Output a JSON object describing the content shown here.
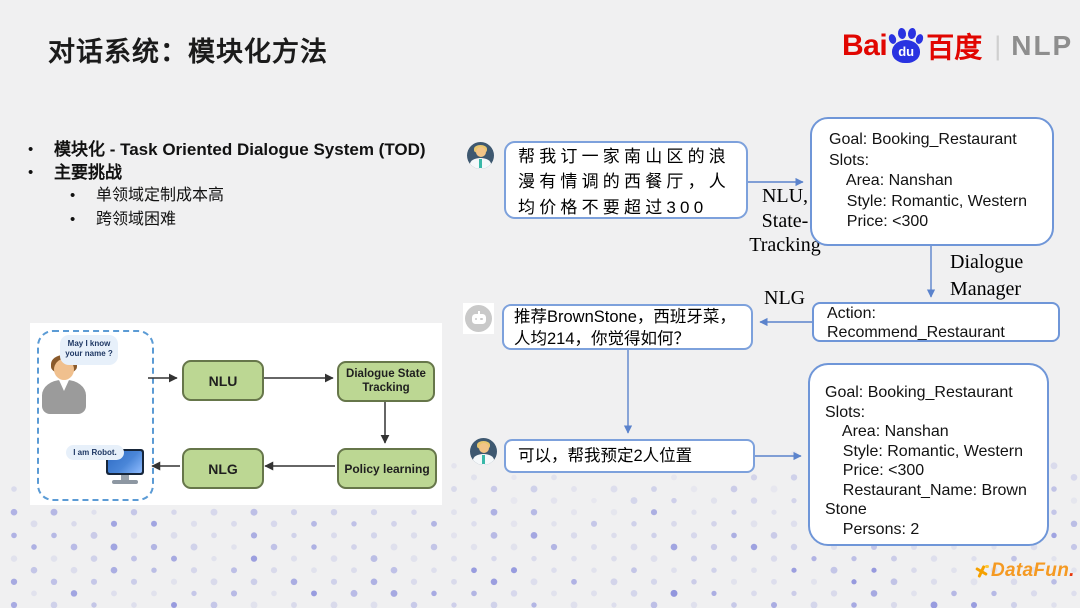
{
  "slide": {
    "title": "对话系统：模块化方法"
  },
  "brand": {
    "bai": "Bai",
    "du": "du",
    "baidu_cn": "百度",
    "separator": "|",
    "nlp": "NLP",
    "red": "#E10601",
    "blue": "#2932E1",
    "gray": "#8E8E8E"
  },
  "bullets": {
    "marker": "•",
    "item1": "模块化 - Task Oriented Dialogue System (TOD)",
    "item2": "主要挑战",
    "sub1": "单领域定制成本高",
    "sub2": "跨领域困难"
  },
  "module_diagram": {
    "user_bubble": "May I know\nyour name ?",
    "robot_bubble": "I am Robot.",
    "nlu_label": "NLU",
    "dst_label": "Dialogue State\nTracking",
    "nlg_label": "NLG",
    "policy_label": "Policy learning",
    "box_fill": "#BCD793",
    "box_border": "#66764A"
  },
  "flow": {
    "user_msg_1": "帮我订一家南山区的浪\n漫有情调的西餐厅，人\n均价格不要超过300",
    "state_box_1": "Goal: Booking_Restaurant\nSlots:\n    Area: Nanshan\n    Style: Romantic, Western\n    Price: <300",
    "label_nlu_state": "NLU,\nState-\nTracking",
    "label_dialogue_manager": "Dialogue\nManager",
    "action_box": "Action:\nRecommend_Restaurant",
    "label_nlg": "NLG",
    "bot_msg": "推荐BrownStone，西班牙菜，\n人均214，你觉得如何？",
    "user_msg_2": "可以，帮我预定2人位置",
    "state_box_2": "Goal: Booking_Restaurant\nSlots:\n    Area: Nanshan\n    Style: Romantic, Western\n    Price: <300\n    Restaurant_Name: Brown\nStone\n    Persons: 2",
    "line_color": "#5B83CC",
    "bubble_border": "#7DA1DC",
    "dot_color": "#7B80D8"
  },
  "footer": {
    "logo_text": "DataFun",
    "logo_dot": "."
  }
}
